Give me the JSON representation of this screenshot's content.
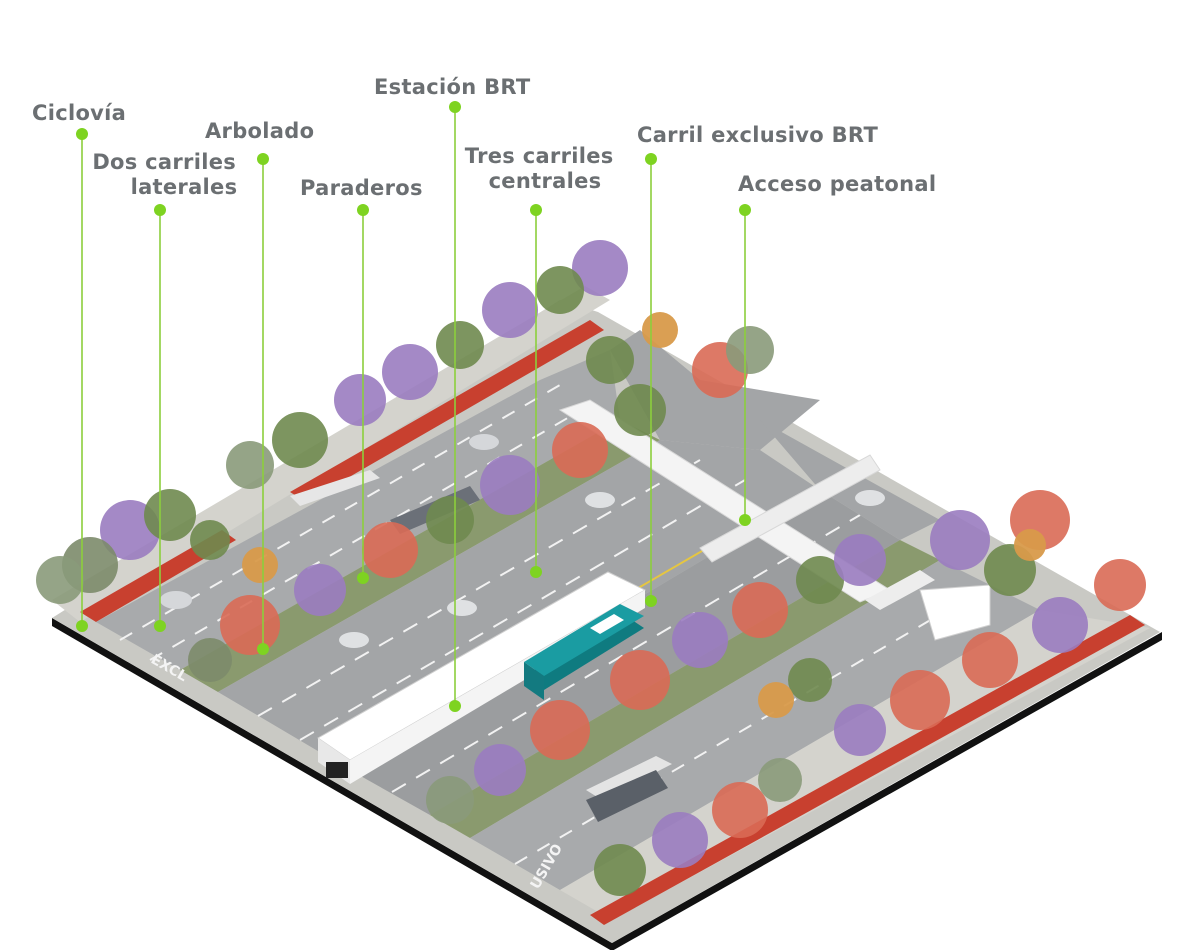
{
  "labels": [
    {
      "id": "ciclovia",
      "lines": [
        "Ciclovía"
      ]
    },
    {
      "id": "dos-carriles-laterales",
      "lines": [
        "Dos carriles",
        "laterales"
      ]
    },
    {
      "id": "arbolado",
      "lines": [
        "Arbolado"
      ]
    },
    {
      "id": "paraderos",
      "lines": [
        "Paraderos"
      ]
    },
    {
      "id": "estacion-brt",
      "lines": [
        "Estación BRT"
      ]
    },
    {
      "id": "tres-carriles-centrales",
      "lines": [
        "Tres carriles",
        "centrales"
      ]
    },
    {
      "id": "carril-exclusivo-brt",
      "lines": [
        "Carril exclusivo BRT"
      ]
    },
    {
      "id": "acceso-peatonal",
      "lines": [
        "Acceso peatonal"
      ]
    }
  ],
  "road_markings": [
    "EXCL",
    "USIVO"
  ],
  "colors": {
    "label_text": "#6b6f72",
    "leader": "#8ccf3c",
    "dot": "#7ed321",
    "bike_lane": "#c8402f",
    "asphalt": "#a9abad",
    "sidewalk": "#cfcfca",
    "bus": "#1a8f95",
    "tree_purple": "#9a7cc0",
    "tree_red": "#d96a55",
    "tree_green": "#6f8a4f",
    "tree_orange": "#d89a4a",
    "base_edge": "#111111"
  }
}
